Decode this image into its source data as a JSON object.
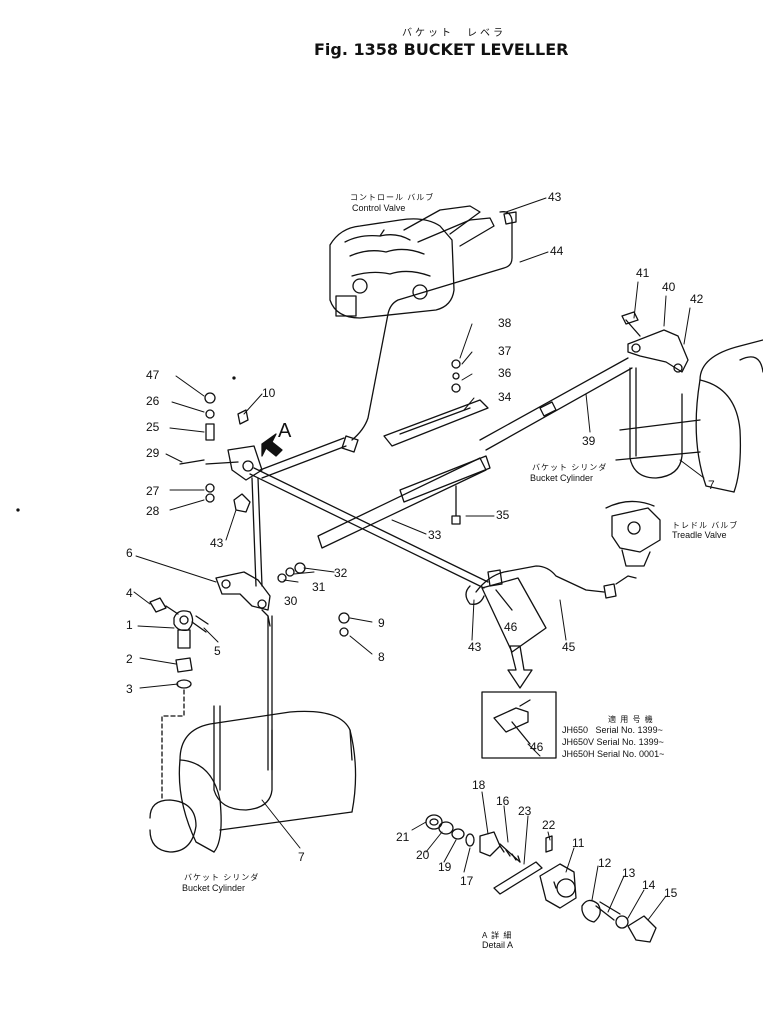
{
  "header": {
    "title_jp": "バケット　レベラ",
    "title": "Fig. 1358 BUCKET LEVELLER"
  },
  "labels": {
    "control_valve_jp": "コントロール バルブ",
    "control_valve": "Control Valve",
    "bucket_cylinder_jp": "バケット シリンダ",
    "bucket_cylinder": "Bucket Cylinder",
    "treadle_valve_jp": "トレドル バルブ",
    "treadle_valve": "Treadle Valve",
    "applicable_jp": "適 用 号 機",
    "detail_a_jp": "A 詳 細",
    "detail_a": "Detail A",
    "view_a": "A"
  },
  "serials": [
    {
      "model": "JH650",
      "text": "Serial No. 1399~"
    },
    {
      "model": "JH650V",
      "text": "Serial No. 1399~"
    },
    {
      "model": "JH650H",
      "text": "Serial No. 0001~"
    }
  ],
  "callouts": [
    "1",
    "2",
    "3",
    "4",
    "5",
    "6",
    "7",
    "7",
    "8",
    "9",
    "10",
    "11",
    "12",
    "13",
    "14",
    "15",
    "16",
    "17",
    "18",
    "19",
    "20",
    "21",
    "22",
    "23",
    "25",
    "26",
    "27",
    "28",
    "29",
    "30",
    "31",
    "32",
    "33",
    "34",
    "35",
    "36",
    "37",
    "38",
    "39",
    "40",
    "41",
    "42",
    "43",
    "43",
    "43",
    "44",
    "45",
    "46",
    "46",
    "47"
  ]
}
